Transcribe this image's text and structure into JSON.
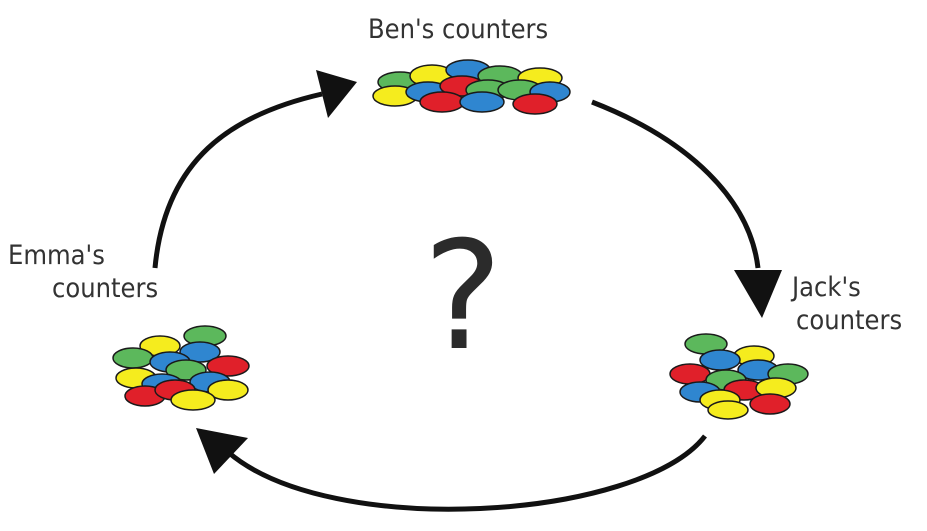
{
  "labels": {
    "ben": "Ben's counters",
    "emma_line1": "Emma's",
    "emma_line2": "counters",
    "jack_line1": "Jack's",
    "jack_line2": "counters"
  },
  "center_symbol": "?",
  "counter_colors": {
    "yellow": "#f5ec1e",
    "green": "#5cb85c",
    "blue": "#2f86d0",
    "red": "#e0202a"
  }
}
